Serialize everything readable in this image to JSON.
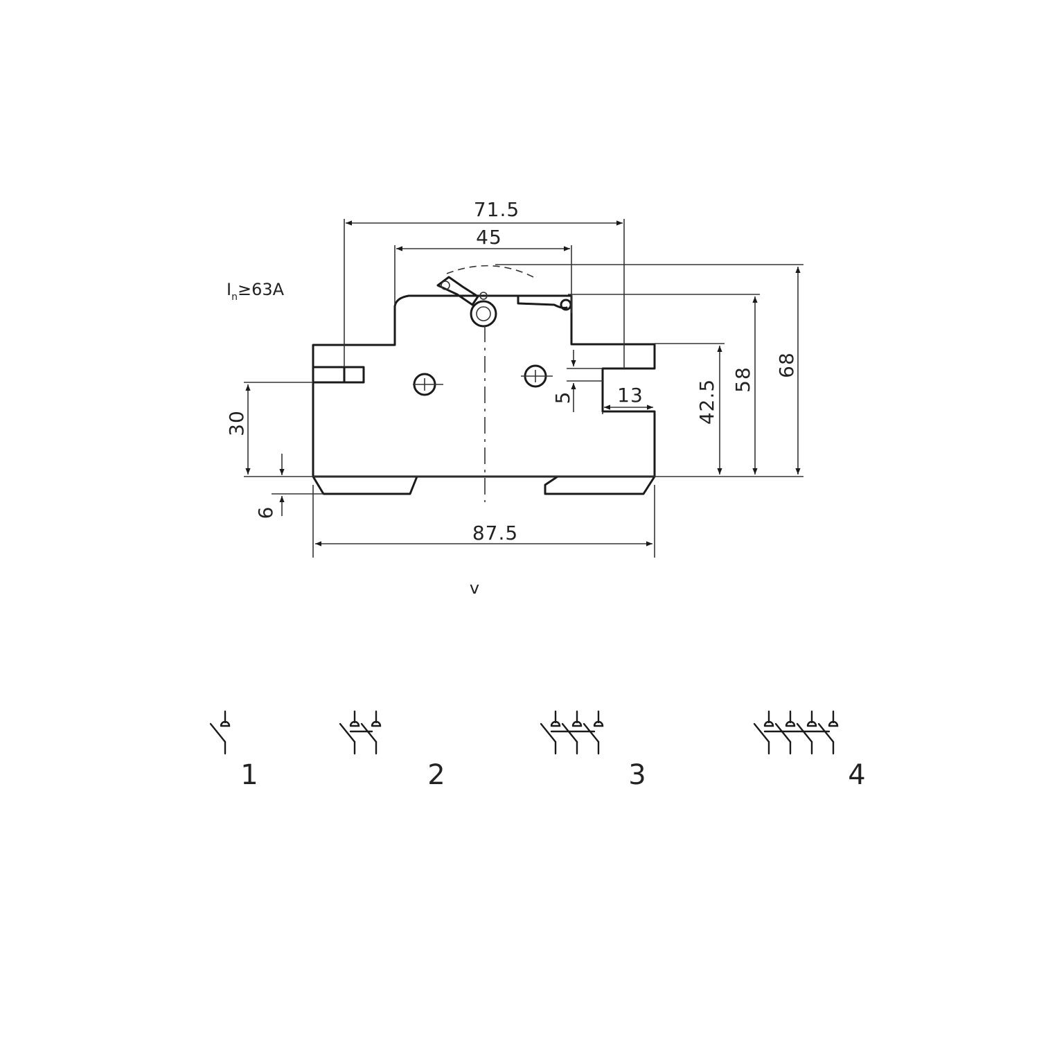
{
  "rating_note": {
    "symbol": "I",
    "subscript": "n",
    "condition": "≥63A"
  },
  "dimensions": {
    "overall_width": "87.5",
    "top_span": "71.5",
    "head_width": "45",
    "total_height": "68",
    "lever_height": "58",
    "shoulder_height": "42.5",
    "clip_height": "30",
    "rail_depth": "6",
    "slot_gap": "5",
    "terminal_width": "13"
  },
  "caption_mark": "v",
  "pole_variants": [
    {
      "label": "1",
      "poles": 1
    },
    {
      "label": "2",
      "poles": 2
    },
    {
      "label": "3",
      "poles": 3
    },
    {
      "label": "4",
      "poles": 4
    }
  ]
}
